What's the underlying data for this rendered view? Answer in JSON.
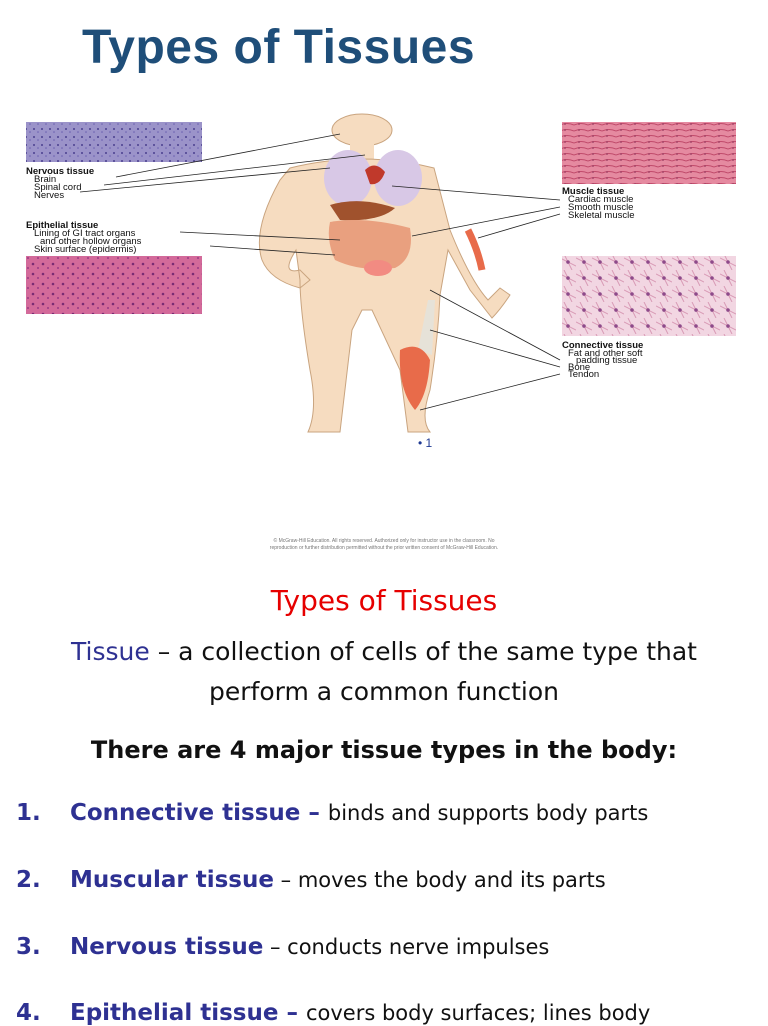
{
  "slide1": {
    "title": "Types of Tissues",
    "figure": {
      "nervous_header": "Nervous tissue",
      "nervous_items": [
        "Brain",
        "Spinal cord",
        "Nerves"
      ],
      "epithelial_header": "Epithelial tissue",
      "epithelial_items": [
        "Lining of GI tract organs",
        "and other hollow organs",
        "Skin surface (epidermis)"
      ],
      "muscle_header": "Muscle tissue",
      "muscle_items": [
        "Cardiac muscle",
        "Smooth muscle",
        "Skeletal muscle"
      ],
      "connective_header": "Connective tissue",
      "connective_items": [
        "Fat and other soft",
        "padding tissue",
        "Bone",
        "Tendon"
      ]
    },
    "bullet": "• 1",
    "copyright": "© McGraw-Hill Education. All rights reserved. Authorized only for instructor use in the classroom. No reproduction or further distribution permitted without the prior written consent of McGraw-Hill Education."
  },
  "slide2": {
    "title": "Types of Tissues",
    "definition_term": "Tissue",
    "definition_text": " – a collection of cells of the same type that perform a common function",
    "intro": "There are 4 major tissue types in the body:",
    "items": [
      {
        "num": "1.",
        "name": "Connective tissue",
        "sep": " – ",
        "desc": "binds and supports body parts"
      },
      {
        "num": "2.",
        "name": "Muscular tissue",
        "sep": " – ",
        "desc": "moves the body and its parts"
      },
      {
        "num": "3.",
        "name": "Nervous tissue",
        "sep": " – ",
        "desc": "conducts nerve impulses"
      },
      {
        "num": "4.",
        "name": "Epithelial tissue",
        "sep": " – ",
        "desc": "covers body surfaces; lines body"
      }
    ]
  }
}
